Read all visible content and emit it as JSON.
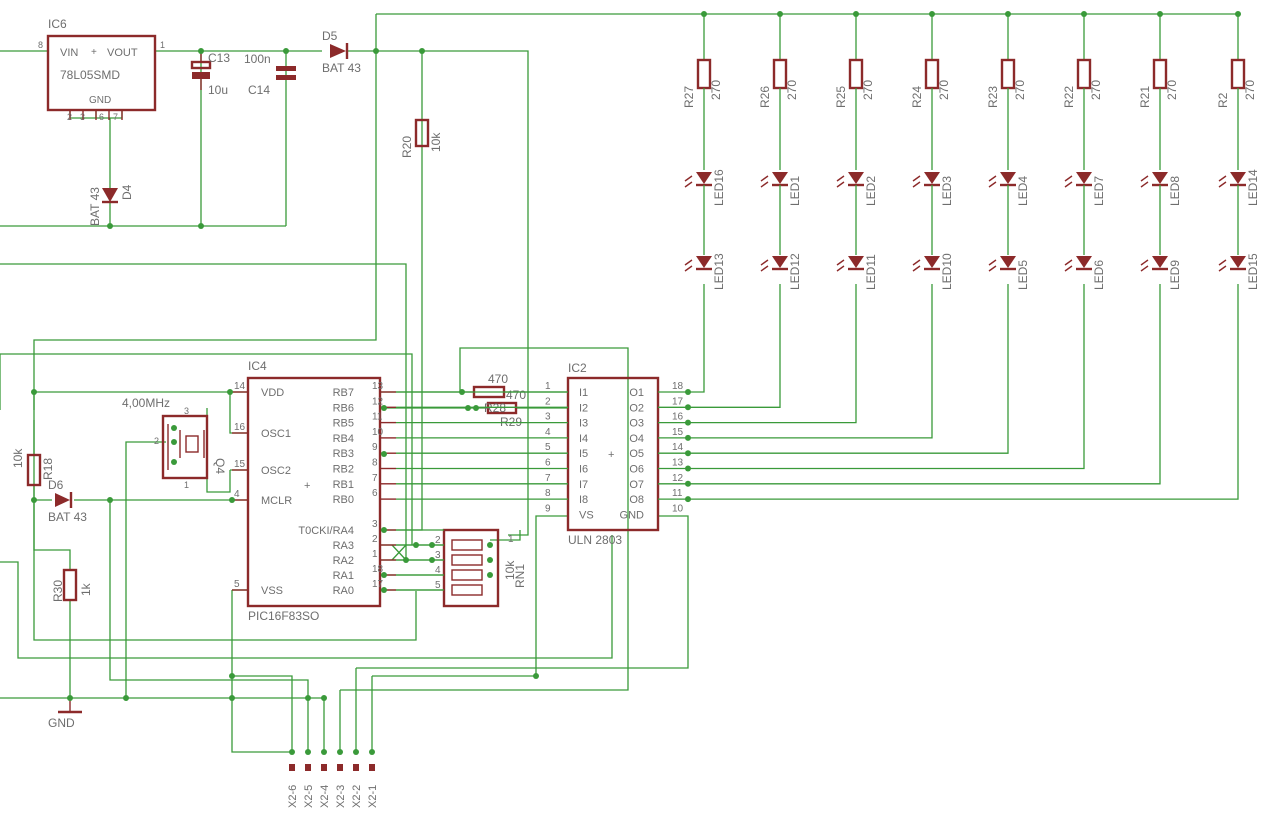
{
  "ic6": {
    "name": "IC6",
    "value": "78L05SMD",
    "vin": "VIN",
    "vout": "VOUT",
    "gnd": "GND",
    "plus": "+",
    "pins": [
      "8",
      "1",
      "2",
      "3",
      "6",
      "7"
    ]
  },
  "c13": {
    "name": "C13",
    "value": "10u"
  },
  "c14": {
    "name": "C14",
    "value": "100n"
  },
  "d5": {
    "name": "D5",
    "value": "BAT 43"
  },
  "d4": {
    "name": "D4",
    "value": "BAT 43"
  },
  "d6": {
    "name": "D6",
    "value": "BAT 43"
  },
  "r20": {
    "name": "R20",
    "value": "10k"
  },
  "r18": {
    "name": "R18",
    "value": "10k"
  },
  "r30": {
    "name": "R30",
    "value": "1k"
  },
  "r28": {
    "name": "R28",
    "value": "470"
  },
  "r29": {
    "name": "R29",
    "value": "470"
  },
  "rn1": {
    "name": "RN1",
    "value": "10k",
    "pins": [
      "1",
      "2",
      "3",
      "4",
      "5"
    ]
  },
  "q4": {
    "name": "Q4",
    "value": "4,00MHz",
    "pins": [
      "1",
      "2",
      "3"
    ]
  },
  "gnd": {
    "label": "GND"
  },
  "ic4": {
    "name": "IC4",
    "value": "PIC16F83SO",
    "center": "+",
    "left_pins": [
      {
        "num": "14",
        "label": "VDD"
      },
      {
        "num": "16",
        "label": "OSC1"
      },
      {
        "num": "15",
        "label": "OSC2"
      },
      {
        "num": "4",
        "label": "MCLR"
      },
      {
        "num": "5",
        "label": "VSS"
      }
    ],
    "right_pins": [
      {
        "num": "13",
        "label": "RB7"
      },
      {
        "num": "12",
        "label": "RB6"
      },
      {
        "num": "11",
        "label": "RB5"
      },
      {
        "num": "10",
        "label": "RB4"
      },
      {
        "num": "9",
        "label": "RB3"
      },
      {
        "num": "8",
        "label": "RB2"
      },
      {
        "num": "7",
        "label": "RB1"
      },
      {
        "num": "6",
        "label": "RB0"
      },
      {
        "num": "3",
        "label": "T0CKI/RA4"
      },
      {
        "num": "2",
        "label": "RA3"
      },
      {
        "num": "1",
        "label": "RA2"
      },
      {
        "num": "18",
        "label": "RA1"
      },
      {
        "num": "17",
        "label": "RA0"
      }
    ]
  },
  "ic2": {
    "name": "IC2",
    "value": "ULN 2803",
    "center": "+",
    "left_pins": [
      {
        "num": "1",
        "label": "I1"
      },
      {
        "num": "2",
        "label": "I2"
      },
      {
        "num": "3",
        "label": "I3"
      },
      {
        "num": "4",
        "label": "I4"
      },
      {
        "num": "5",
        "label": "I5"
      },
      {
        "num": "6",
        "label": "I6"
      },
      {
        "num": "7",
        "label": "I7"
      },
      {
        "num": "8",
        "label": "I8"
      },
      {
        "num": "9",
        "label": "VS"
      }
    ],
    "right_pins": [
      {
        "num": "18",
        "label": "O1"
      },
      {
        "num": "17",
        "label": "O2"
      },
      {
        "num": "16",
        "label": "O3"
      },
      {
        "num": "15",
        "label": "O4"
      },
      {
        "num": "14",
        "label": "O5"
      },
      {
        "num": "13",
        "label": "O6"
      },
      {
        "num": "12",
        "label": "O7"
      },
      {
        "num": "11",
        "label": "O8"
      },
      {
        "num": "10",
        "label": "GND"
      }
    ]
  },
  "led_columns": [
    {
      "r": "R27",
      "rv": "270",
      "led_a": "LED16",
      "led_b": "LED13"
    },
    {
      "r": "R26",
      "rv": "270",
      "led_a": "LED1",
      "led_b": "LED12"
    },
    {
      "r": "R25",
      "rv": "270",
      "led_a": "LED2",
      "led_b": "LED11"
    },
    {
      "r": "R24",
      "rv": "270",
      "led_a": "LED3",
      "led_b": "LED10"
    },
    {
      "r": "R23",
      "rv": "270",
      "led_a": "LED4",
      "led_b": "LED5"
    },
    {
      "r": "R22",
      "rv": "270",
      "led_a": "LED7",
      "led_b": "LED6"
    },
    {
      "r": "R21",
      "rv": "270",
      "led_a": "LED8",
      "led_b": "LED9"
    },
    {
      "r": "R2",
      "rv": "270",
      "led_a": "LED14",
      "led_b": "LED15"
    }
  ],
  "connector": {
    "pins": [
      "X2-6",
      "X2-5",
      "X2-4",
      "X2-3",
      "X2-2",
      "X2-1"
    ]
  }
}
